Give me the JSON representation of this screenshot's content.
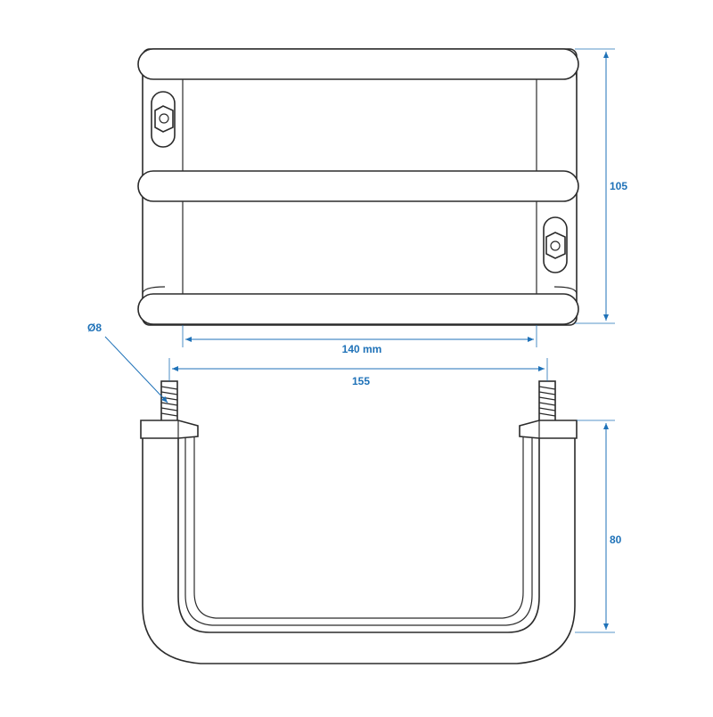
{
  "diagram": {
    "dimensions": {
      "height_top": "105",
      "inner_width": "140 mm",
      "outer_width": "155",
      "height_bottom": "80",
      "diameter": "Ø8"
    },
    "colors": {
      "dimension": "#1f72b8",
      "outline": "#2b2b2b",
      "background": "#ffffff"
    }
  }
}
